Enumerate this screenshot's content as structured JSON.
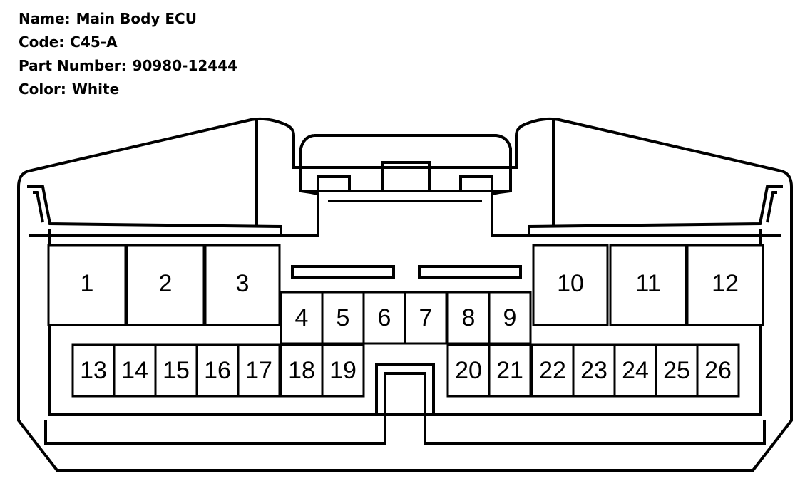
{
  "connector": {
    "name_label": "Name:",
    "name": "Main Body ECU",
    "code_label": "Code:",
    "code": "C45-A",
    "part_number_label": "Part Number:",
    "part_number": "90980-12444",
    "color_label": "Color:",
    "color": "White"
  },
  "pins": [
    {
      "label": "1"
    },
    {
      "label": "2"
    },
    {
      "label": "3"
    },
    {
      "label": "4"
    },
    {
      "label": "5"
    },
    {
      "label": "6"
    },
    {
      "label": "7"
    },
    {
      "label": "8"
    },
    {
      "label": "9"
    },
    {
      "label": "10"
    },
    {
      "label": "11"
    },
    {
      "label": "12"
    },
    {
      "label": "13"
    },
    {
      "label": "14"
    },
    {
      "label": "15"
    },
    {
      "label": "16"
    },
    {
      "label": "17"
    },
    {
      "label": "18"
    },
    {
      "label": "19"
    },
    {
      "label": "20"
    },
    {
      "label": "21"
    },
    {
      "label": "22"
    },
    {
      "label": "23"
    },
    {
      "label": "24"
    },
    {
      "label": "25"
    },
    {
      "label": "26"
    }
  ]
}
